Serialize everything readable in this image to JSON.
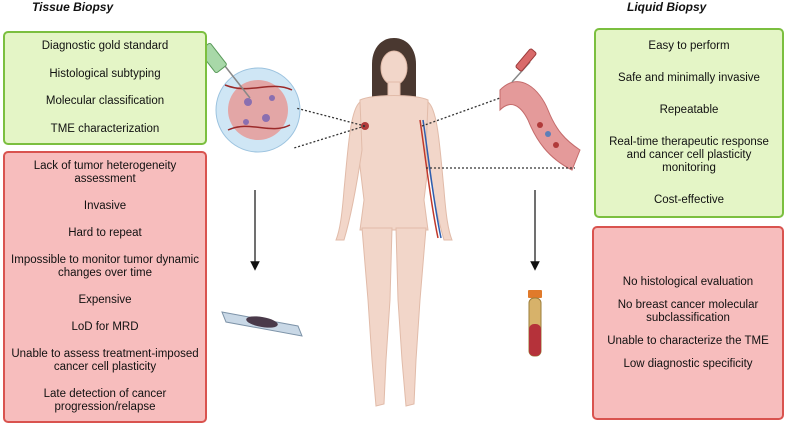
{
  "tissue": {
    "title": "Tissue Biopsy",
    "advantages": [
      "Diagnostic gold standard",
      "Histological subtyping",
      "Molecular classification",
      "TME characterization"
    ],
    "disadvantages": [
      "Lack of tumor heterogeneity assessment",
      "Invasive",
      "Hard to repeat",
      "Impossible to monitor tumor dynamic changes over time",
      "Expensive",
      "LoD for MRD",
      "Unable to assess treatment-imposed cancer cell plasticity",
      "Late detection of cancer progression/relapse"
    ]
  },
  "liquid": {
    "title": "Liquid Biopsy",
    "advantages": [
      "Easy to perform",
      "Safe and minimally invasive",
      "Repeatable",
      "Real-time therapeutic response and cancer cell plasticity monitoring",
      "Cost-effective"
    ],
    "disadvantages": [
      "No histological evaluation",
      "No breast cancer molecular subclassification",
      "Unable to characterize the TME",
      "Low diagnostic specificity"
    ]
  },
  "colors": {
    "green_fill": "#e4f5c6",
    "green_border": "#7bbf3f",
    "red_fill": "#f7bdbd",
    "red_border": "#d9534f"
  }
}
